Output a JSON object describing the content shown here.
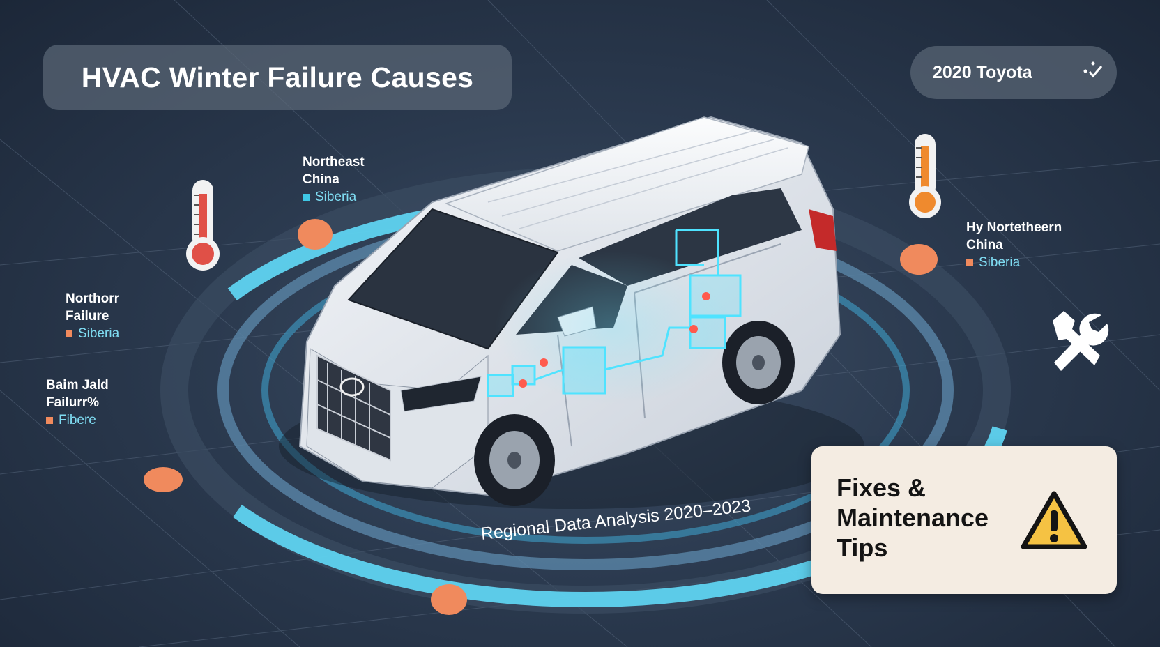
{
  "header": {
    "title": "HVAC Winter Failure Causes"
  },
  "model": {
    "label": "2020 Toyota"
  },
  "regions": [
    {
      "title": "Northeast",
      "title2": "China",
      "sub": "Siberia",
      "marker_color": "#3fc8e6"
    },
    {
      "title": "Northorr",
      "title2": "Failure",
      "sub": "Siberia",
      "marker_color": "#f08a5d"
    },
    {
      "title": "Baim Jald",
      "title2": "Failurr%",
      "sub": "Fibere",
      "marker_color": "#f08a5d"
    },
    {
      "title": "Hy Nortetheern",
      "title2": "China",
      "sub": "Siberia",
      "marker_color": "#f08a5d"
    }
  ],
  "card": {
    "line1": "Fixes &",
    "line2": "Maintenance",
    "line3": "Tips"
  },
  "caption": "Regional Data Analysis 2020–2023",
  "icons": [
    "thermometer-cold-icon",
    "thermometer-warm-icon",
    "wrench-icon",
    "warning-icon",
    "check-icon"
  ],
  "colors": {
    "accent": "#5fd3f0",
    "node": "#f08a5d",
    "card_bg": "#f4ece2",
    "warning": "#f5c243"
  }
}
